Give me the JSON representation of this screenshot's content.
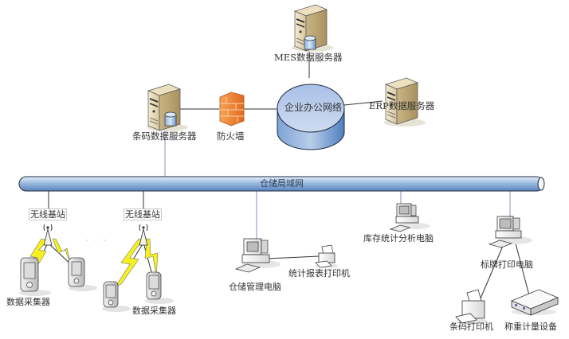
{
  "colors": {
    "bus_fill_top": "#dbe7f5",
    "bus_fill_mid": "#8fb0d8",
    "bus_fill_bottom": "#5d87bf",
    "cloud_top": "#c7d5ee",
    "cloud_side": "#6f97cf",
    "firewall": "#f08a3a",
    "lightning": "#f5f01e",
    "line": "#333333",
    "link_line": "#8a8fb8"
  },
  "core": {
    "network_label": "企业办公网络"
  },
  "servers": {
    "mes": "MES数据服务器",
    "erp": "ERP数据服务器",
    "barcode": "条码数据服务器"
  },
  "firewall": {
    "label": "防火墙"
  },
  "bus": {
    "label": "仓储局域网"
  },
  "wireless": [
    {
      "station_label": "无线基站",
      "collector_label": "数据采集器"
    },
    {
      "station_label": "无线基站",
      "collector_label": "数据采集器"
    }
  ],
  "ellipsis": "· · ·",
  "workstations": {
    "warehouse_pc": "仓储管理电脑",
    "report_printer": "统计报表打印机",
    "inventory_pc": "库存统计分析电脑",
    "label_pc": "标牌打印电脑",
    "barcode_printer": "条码打印机",
    "weighing": "称重计量设备"
  }
}
